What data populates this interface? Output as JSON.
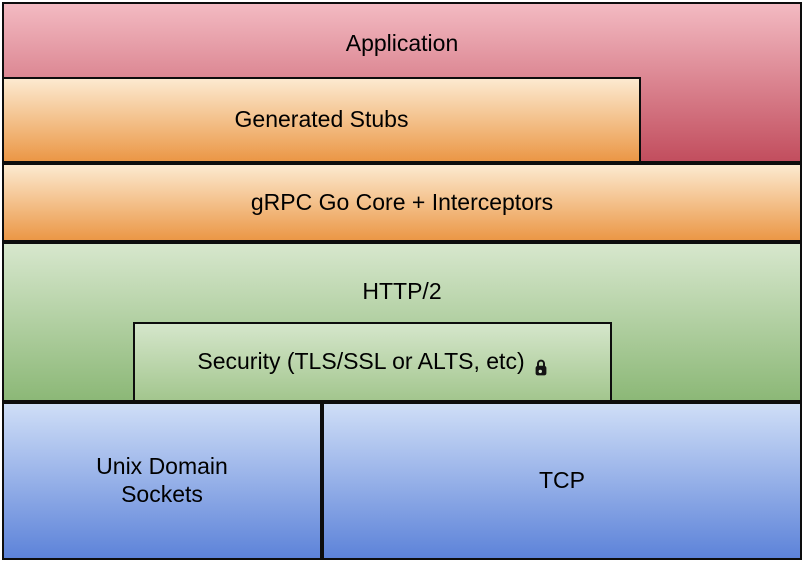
{
  "diagram": {
    "layers": {
      "application": {
        "label": "Application",
        "fill_top": "#f3bac2",
        "fill_bottom": "#c24e5e"
      },
      "generated_stubs": {
        "label": "Generated Stubs",
        "fill_top": "#fcead0",
        "fill_bottom": "#eb9746"
      },
      "grpc_core": {
        "label": "gRPC Go Core + Interceptors",
        "fill_top": "#fcead0",
        "fill_bottom": "#eb9746"
      },
      "http2": {
        "label": "HTTP/2",
        "fill_top": "#d7e7cd",
        "fill_bottom": "#8cb877"
      },
      "security": {
        "label": "Security (TLS/SSL or ALTS, etc)",
        "icon": "lock-icon",
        "fill_top": "#d5e6cb",
        "fill_bottom": "#a3c68e"
      },
      "unix_domain_sockets": {
        "label": "Unix Domain Sockets",
        "fill_top": "#cfdef7",
        "fill_bottom": "#5d83d9"
      },
      "tcp": {
        "label": "TCP",
        "fill_top": "#cfdef7",
        "fill_bottom": "#5d83d9"
      }
    },
    "style": {
      "border_color": "#0d0d0d",
      "background": "#ffffff",
      "text_color": "#000000"
    }
  }
}
